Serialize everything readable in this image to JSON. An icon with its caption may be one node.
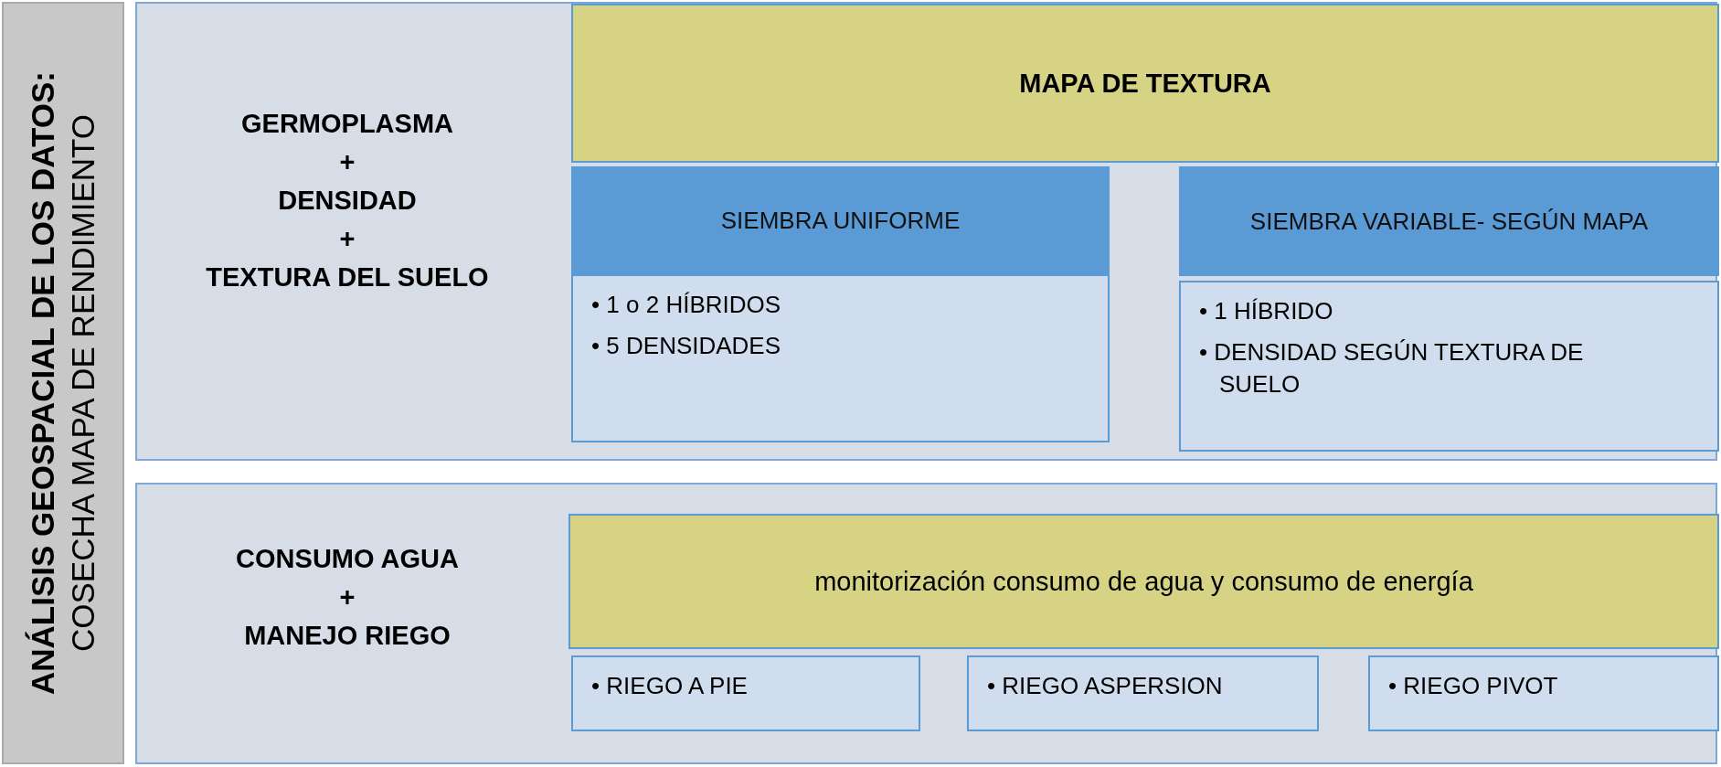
{
  "diagram": {
    "nodes": [
      {
        "text": [
          "ANÁLISIS GEOSPACIAL DE LOS DATOS:",
          "COSECHA MAPA DE RENDIMIENTO"
        ]
      },
      {
        "text": [
          "GERMOPLASMA",
          "+",
          "DENSIDAD",
          "+",
          "TEXTURA DEL SUELO"
        ]
      },
      {
        "text": [
          "MAPA DE TEXTURA"
        ],
        "in": 1
      },
      {
        "text": [
          "SIEMBRA UNIFORME"
        ],
        "in": 1
      },
      {
        "text": [
          "• 1 o 2 HÍBRIDOS",
          "• 5 DENSIDADES"
        ],
        "in": 1
      },
      {
        "text": [
          "SIEMBRA VARIABLE- SEGÚN MAPA"
        ],
        "in": 1
      },
      {
        "text": [
          "• 1 HÍBRIDO",
          "• DENSIDAD SEGÚN TEXTURA DE SUELO"
        ],
        "in": 1
      },
      {
        "text": [
          "CONSUMO AGUA",
          "+",
          "MANEJO RIEGO"
        ]
      },
      {
        "text": [
          "monitorización consumo de agua y consumo de energía"
        ],
        "in": 7
      },
      {
        "text": [
          "• RIEGO A PIE"
        ],
        "in": 7
      },
      {
        "text": [
          "• RIEGO ASPERSION"
        ],
        "in": 7
      },
      {
        "text": [
          "• RIEGO PIVOT"
        ],
        "in": 7
      }
    ],
    "edges": []
  }
}
